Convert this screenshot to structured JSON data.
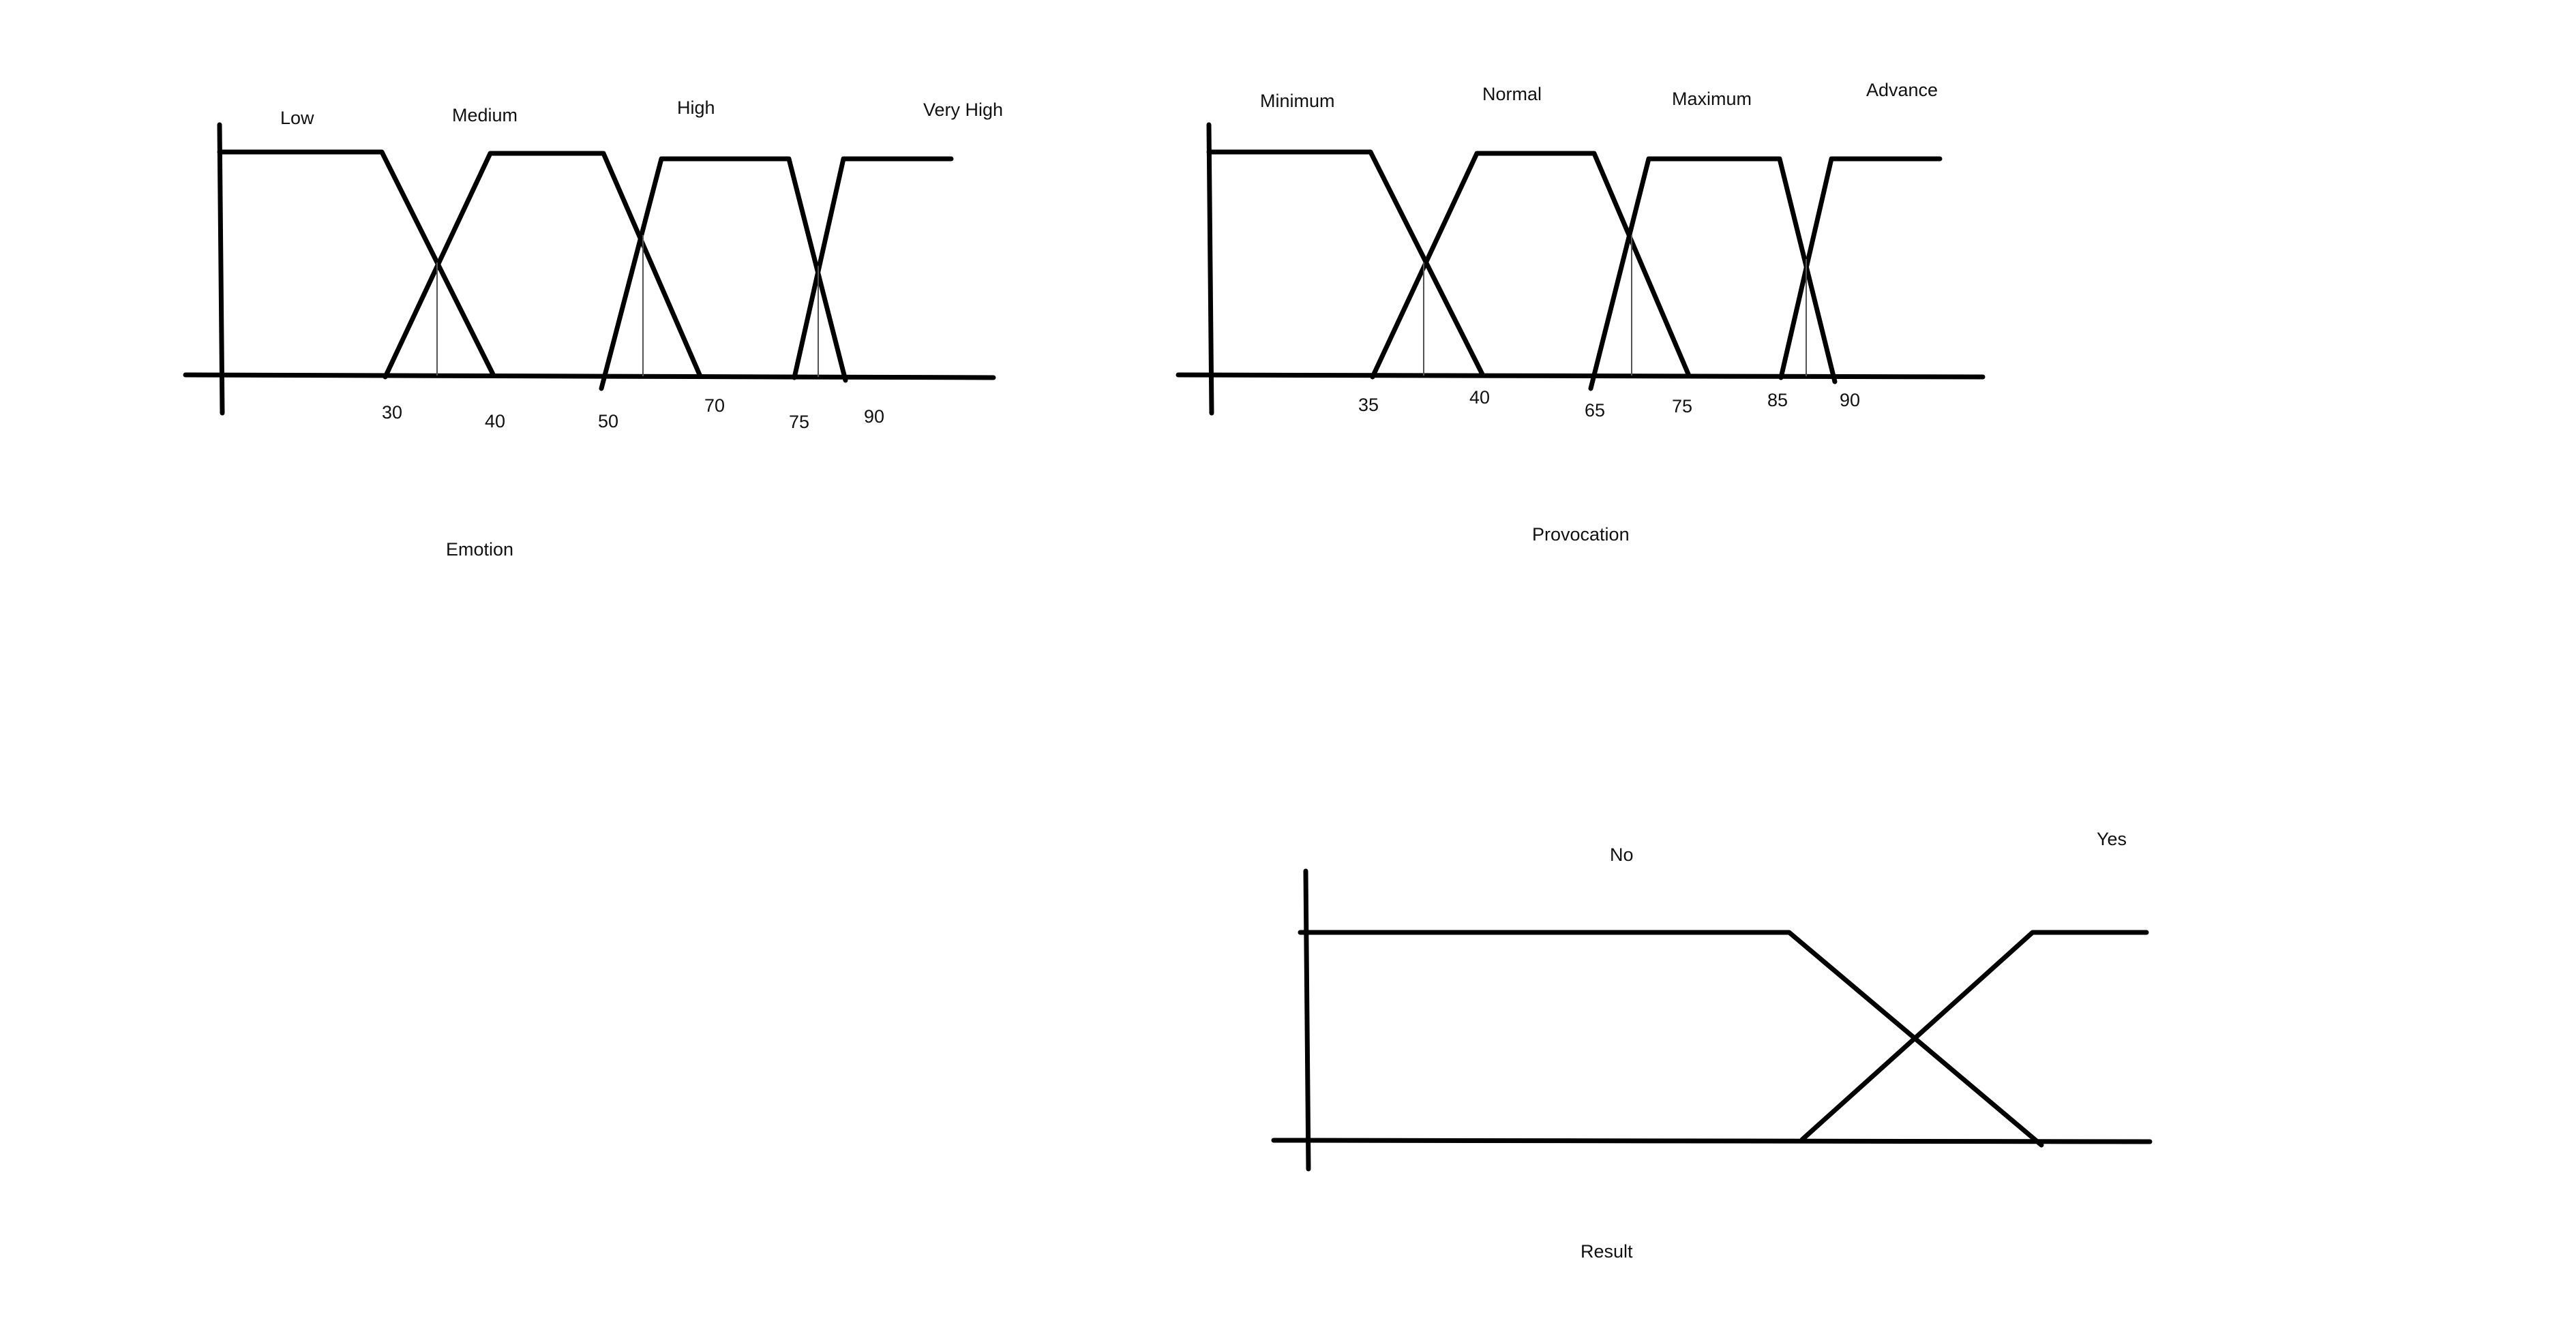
{
  "colors": {
    "line": "#000000",
    "guide": "#555555",
    "text": "#111111",
    "background": "#ffffff"
  },
  "diagrams": [
    {
      "id": "emotion",
      "title": "Emotion",
      "sets": [
        {
          "label": "Low"
        },
        {
          "label": "Medium"
        },
        {
          "label": "High"
        },
        {
          "label": "Very High"
        }
      ],
      "ticks": [
        "30",
        "40",
        "50",
        "70",
        "75",
        "90"
      ]
    },
    {
      "id": "provocation",
      "title": "Provocation",
      "sets": [
        {
          "label": "Minimum"
        },
        {
          "label": "Normal"
        },
        {
          "label": "Maximum"
        },
        {
          "label": "Advance"
        }
      ],
      "ticks": [
        "35",
        "40",
        "65",
        "75",
        "85",
        "90"
      ]
    },
    {
      "id": "result",
      "title": "Result",
      "sets": [
        {
          "label": "No"
        },
        {
          "label": "Yes"
        }
      ],
      "ticks": []
    }
  ]
}
